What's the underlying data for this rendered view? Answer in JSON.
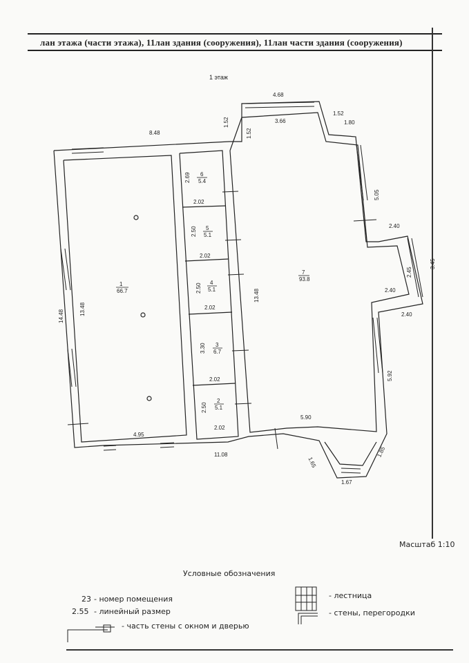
{
  "header": {
    "title": "лан этажа (части этажа), 11лан здания (сооружения), 11лан части здания (сооружения)"
  },
  "plan": {
    "floor_label": "1 этаж",
    "dimensions": {
      "top_left_width": "8.48",
      "top_offset": "1.52",
      "bay_top": "4.68",
      "bay_inner": "3.66",
      "bay_left_depth": "1.52",
      "bay_right_offset": "1.52",
      "bay_right_step": "1.80",
      "right_wall_1": "5.05",
      "notch_top": "2.40",
      "notch_depth": "2.45",
      "notch_outer": "3.45",
      "notch_mid": "2.40",
      "notch_bottom": "2.40",
      "right_wall_2": "5.92",
      "room7_bottom": "5.90",
      "oriel_left": "1.65",
      "oriel_bottom": "1.67",
      "oriel_right": "1.85",
      "total_width": "11.08",
      "left_outer_height": "14.48",
      "room1_height": "13.48",
      "room1_bottom": "4.95",
      "room7_height": "13.48",
      "corridor_width_1": "2.02",
      "corridor_width_2": "2.02",
      "corridor_width_3": "2.02",
      "corridor_width_4": "2.02",
      "corridor_width_5": "2.02",
      "room6_len": "2.69",
      "room5_len": "2.50",
      "room4_len": "2.50",
      "room3_len": "3.30",
      "room2_len": "2.50"
    },
    "rooms": [
      {
        "num": "1",
        "area": "66.7"
      },
      {
        "num": "6",
        "area": "5.4"
      },
      {
        "num": "5",
        "area": "5.1"
      },
      {
        "num": "4",
        "area": "5.1"
      },
      {
        "num": "3",
        "area": "6.7"
      },
      {
        "num": "2",
        "area": "5.1"
      },
      {
        "num": "7",
        "area": "93.8"
      }
    ]
  },
  "scale_text": "Масштаб 1:10",
  "legend": {
    "title": "Условные обозначения",
    "room_number_sample": "23",
    "room_number_text": "- номер помещения",
    "dimension_sample": "2.55",
    "dimension_text": "- линейный размер",
    "window_door_text": "- часть стены с окном и дверью",
    "stairs_text": "- лестница",
    "walls_text": "- стены, перегородки"
  }
}
